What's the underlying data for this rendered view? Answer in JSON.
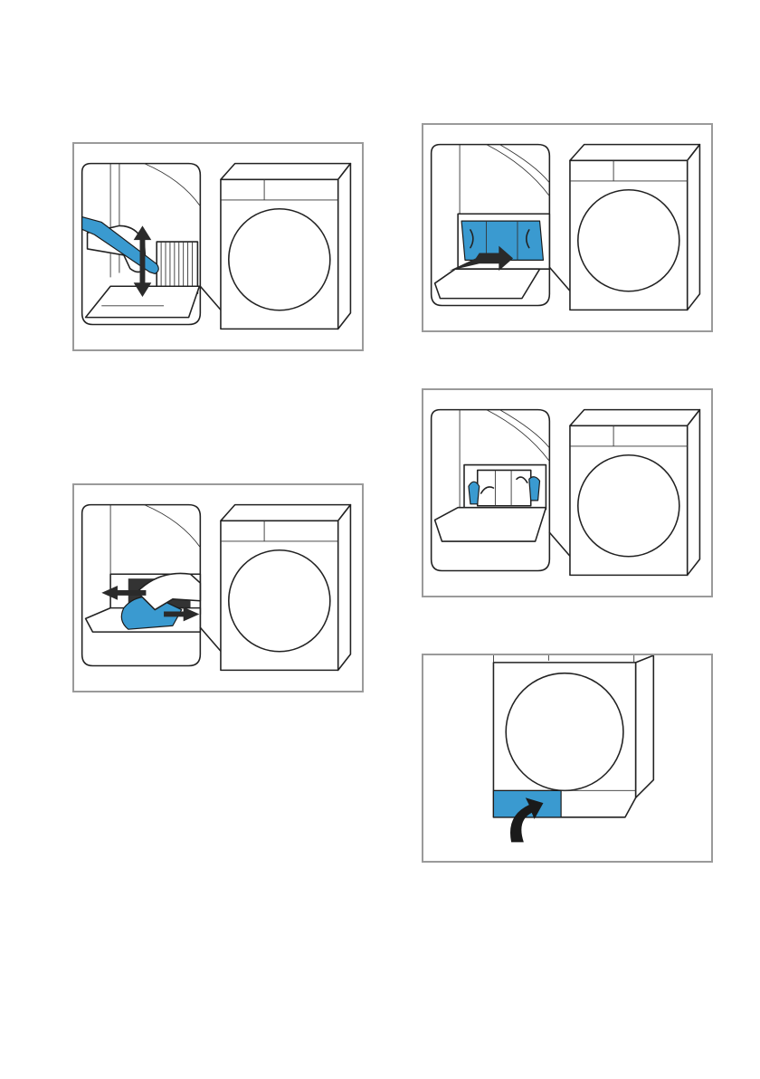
{
  "colors": {
    "accent": "#3a9ad0",
    "border": "#9a9a9a",
    "line": "#222222"
  },
  "figures": [
    {
      "id": "clean-filter-brush"
    },
    {
      "id": "remove-fluff-hatch"
    },
    {
      "id": "insert-filter"
    },
    {
      "id": "lock-levers"
    },
    {
      "id": "close-base-cover"
    }
  ]
}
